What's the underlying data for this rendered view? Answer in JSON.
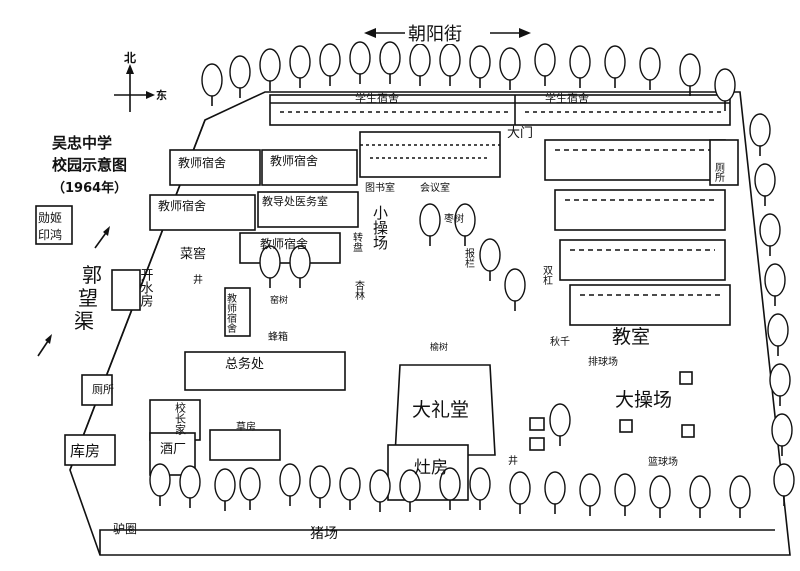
{
  "title": {
    "school": "吴忠中学",
    "subtitle": "校园示意图",
    "year": "（1964年）",
    "author_line1": "勋姬",
    "author_line2": "印鸿"
  },
  "compass": {
    "north": "北",
    "east": "东"
  },
  "streets": {
    "top": "朝阳街",
    "left": [
      "郭",
      "望",
      "渠"
    ]
  },
  "buildings": {
    "student_dorm_left": "学生宿舍",
    "student_dorm_right": "学生宿舍",
    "main_gate": "大门",
    "toilet_right": "厕所",
    "teacher_dorm_1": "教师宿舍",
    "teacher_dorm_2": "教师宿舍",
    "teacher_dorm_3": "教师宿舍",
    "teacher_dorm_4": "教师宿舍",
    "teacher_dorm_5": "教师宿舍",
    "guidance_clinic": "教导处医务室",
    "library": "图书室",
    "meeting_room": "会议室",
    "vegetable_cellar": "菜窖",
    "boiled_water_room": "开水房",
    "general_affairs": "总务处",
    "principal_home": "校长家",
    "toilet_left": "厕所",
    "warehouse": "库房",
    "winery": "酒厂",
    "hayloft": "草房",
    "auditorium": "大礼堂",
    "kitchen": "灶房",
    "classrooms": "教室",
    "donkey_pen": "驴圈",
    "pig_farm": "猪场"
  },
  "grounds": {
    "small_playground": "小操场",
    "big_playground": "大操场",
    "volleyball_court": "排球场",
    "basketball_court": "篮球场",
    "carousel": "转盘",
    "date_tree": "枣树",
    "bulletin_board": "报栏",
    "parallel_bars": "双杠",
    "arbor": "窑树",
    "beehives": "蜂箱",
    "elm_tree": "榆树",
    "apricot_forest": "杏林",
    "well_left": "井",
    "well_right": "井",
    "swing": "秋千"
  },
  "colors": {
    "ink": "#111111",
    "paper": "#ffffff"
  }
}
